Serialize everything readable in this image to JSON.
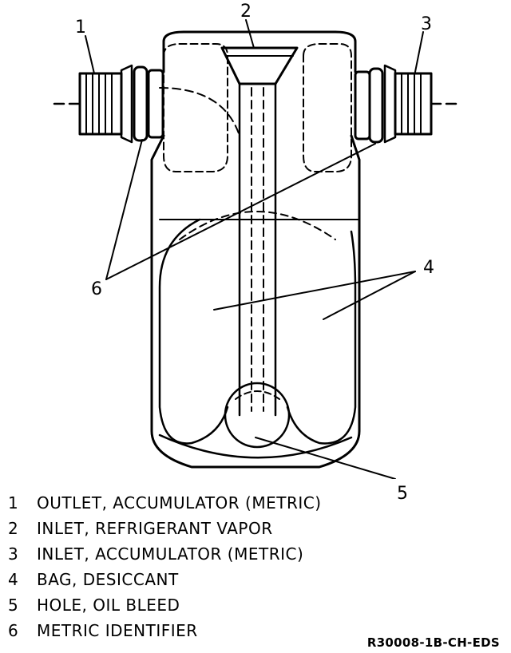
{
  "callouts": [
    "1",
    "2",
    "3",
    "4",
    "5",
    "6"
  ],
  "legend": [
    {
      "num": "1",
      "text": "OUTLET, ACCUMULATOR (METRIC)"
    },
    {
      "num": "2",
      "text": "INLET, REFRIGERANT VAPOR"
    },
    {
      "num": "3",
      "text": "INLET, ACCUMULATOR (METRIC)"
    },
    {
      "num": "4",
      "text": "BAG, DESICCANT"
    },
    {
      "num": "5",
      "text": "HOLE, OIL BLEED"
    },
    {
      "num": "6",
      "text": "METRIC IDENTIFIER"
    }
  ],
  "figure_code": "R30008-1B-CH-EDS"
}
